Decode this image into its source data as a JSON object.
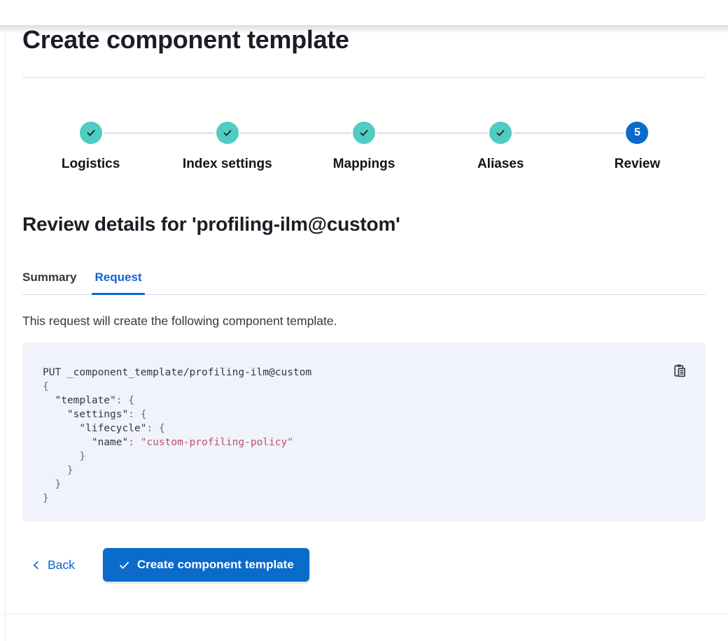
{
  "page": {
    "title": "Create component template"
  },
  "stepper": {
    "steps": [
      {
        "label": "Logistics",
        "status": "complete"
      },
      {
        "label": "Index settings",
        "status": "complete"
      },
      {
        "label": "Mappings",
        "status": "complete"
      },
      {
        "label": "Aliases",
        "status": "complete"
      },
      {
        "label": "Review",
        "status": "current",
        "number": "5"
      }
    ]
  },
  "review": {
    "heading": "Review details for 'profiling-ilm@custom'",
    "tabs": [
      {
        "label": "Summary",
        "active": false
      },
      {
        "label": "Request",
        "active": true
      }
    ],
    "description": "This request will create the following component template."
  },
  "code": {
    "copy_icon": "copy-clipboard-icon",
    "lines": [
      [
        [
          "plain",
          "PUT _component_template/profiling-ilm@custom"
        ]
      ],
      [
        [
          "p",
          "{"
        ]
      ],
      [
        [
          "plain",
          "  "
        ],
        [
          "k",
          "\"template\""
        ],
        [
          "p",
          ": {"
        ]
      ],
      [
        [
          "plain",
          "    "
        ],
        [
          "k",
          "\"settings\""
        ],
        [
          "p",
          ": {"
        ]
      ],
      [
        [
          "plain",
          "      "
        ],
        [
          "k",
          "\"lifecycle\""
        ],
        [
          "p",
          ": {"
        ]
      ],
      [
        [
          "plain",
          "        "
        ],
        [
          "k",
          "\"name\""
        ],
        [
          "p",
          ": "
        ],
        [
          "s",
          "\"custom-profiling-policy\""
        ]
      ],
      [
        [
          "p",
          "      }"
        ]
      ],
      [
        [
          "p",
          "    }"
        ]
      ],
      [
        [
          "p",
          "  }"
        ]
      ],
      [
        [
          "p",
          "}"
        ]
      ]
    ]
  },
  "footer": {
    "back_label": "Back",
    "submit_label": "Create component template"
  },
  "colors": {
    "primary_blue": "#0a6bcb",
    "link_blue": "#0d66d4",
    "step_complete_teal": "#50ccc1",
    "step_check_dark": "#1d2026",
    "divider": "#d3dae6",
    "connector": "#e3e6ed",
    "text_dark": "#1a1d26",
    "text_body": "#343741",
    "code_bg": "#f0f3fa",
    "code_punct": "#646a77",
    "code_string": "#bd4c78",
    "top_shadow": "#d9dde1",
    "left_border": "#e9ebf0"
  }
}
